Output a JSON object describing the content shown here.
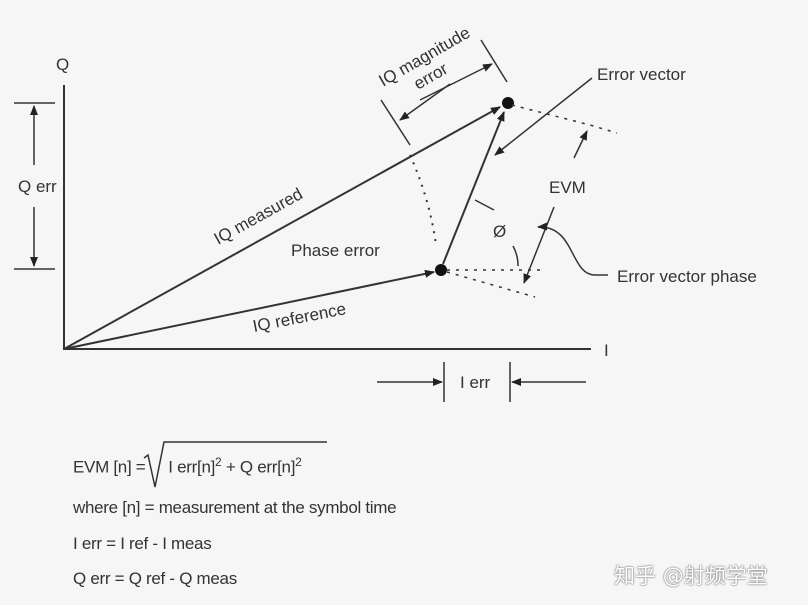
{
  "diagram": {
    "axes": {
      "q_label": "Q",
      "i_label": "I"
    },
    "labels": {
      "q_err": "Q err",
      "i_err": "I err",
      "iq_measured": "IQ measured",
      "iq_reference": "IQ reference",
      "phase_error": "Phase error",
      "iq_magnitude_error_line1": "IQ magnitude",
      "iq_magnitude_error_line2": "error",
      "error_vector": "Error vector",
      "evm": "EVM",
      "phi": "Ø",
      "error_vector_phase": "Error vector phase"
    }
  },
  "formulas": {
    "evm_lhs": "EVM [n] =",
    "evm_term1": "I err[n]",
    "evm_plus": "+ Q err[n]",
    "exponent": "2",
    "where": "where [n] = measurement at the symbol time",
    "i_err": "I err = I ref - I meas",
    "q_err": "Q err = Q ref - Q meas"
  },
  "watermark": "知乎 @射频学堂"
}
